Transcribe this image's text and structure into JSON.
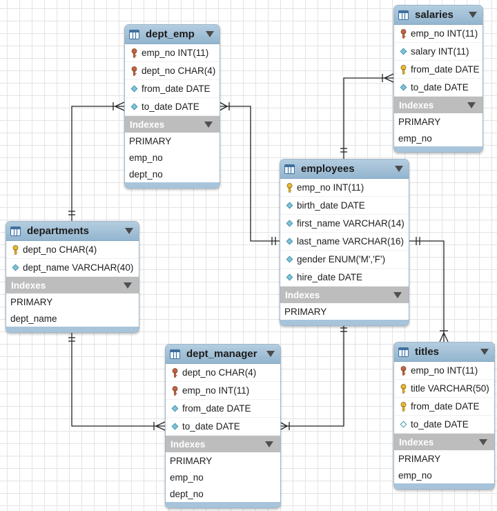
{
  "diagram": {
    "indexes_label": "Indexes",
    "tables": {
      "dept_emp": {
        "name": "dept_emp",
        "columns": [
          {
            "label": "emp_no INT(11)",
            "icon": "key-red"
          },
          {
            "label": "dept_no CHAR(4)",
            "icon": "key-red"
          },
          {
            "label": "from_date DATE",
            "icon": "diamond"
          },
          {
            "label": "to_date DATE",
            "icon": "diamond"
          }
        ],
        "indexes": [
          "PRIMARY",
          "emp_no",
          "dept_no"
        ]
      },
      "salaries": {
        "name": "salaries",
        "columns": [
          {
            "label": "emp_no INT(11)",
            "icon": "key-red"
          },
          {
            "label": "salary INT(11)",
            "icon": "diamond"
          },
          {
            "label": "from_date DATE",
            "icon": "key-gold"
          },
          {
            "label": "to_date DATE",
            "icon": "diamond"
          }
        ],
        "indexes": [
          "PRIMARY",
          "emp_no"
        ]
      },
      "employees": {
        "name": "employees",
        "columns": [
          {
            "label": "emp_no INT(11)",
            "icon": "key-gold"
          },
          {
            "label": "birth_date DATE",
            "icon": "diamond"
          },
          {
            "label": "first_name VARCHAR(14)",
            "icon": "diamond"
          },
          {
            "label": "last_name VARCHAR(16)",
            "icon": "diamond"
          },
          {
            "label": "gender ENUM('M','F')",
            "icon": "diamond"
          },
          {
            "label": "hire_date DATE",
            "icon": "diamond"
          }
        ],
        "indexes": [
          "PRIMARY"
        ]
      },
      "departments": {
        "name": "departments",
        "columns": [
          {
            "label": "dept_no CHAR(4)",
            "icon": "key-gold"
          },
          {
            "label": "dept_name VARCHAR(40)",
            "icon": "diamond"
          }
        ],
        "indexes": [
          "PRIMARY",
          "dept_name"
        ]
      },
      "dept_manager": {
        "name": "dept_manager",
        "columns": [
          {
            "label": "dept_no CHAR(4)",
            "icon": "key-red"
          },
          {
            "label": "emp_no INT(11)",
            "icon": "key-red"
          },
          {
            "label": "from_date DATE",
            "icon": "diamond"
          },
          {
            "label": "to_date DATE",
            "icon": "diamond"
          }
        ],
        "indexes": [
          "PRIMARY",
          "emp_no",
          "dept_no"
        ]
      },
      "titles": {
        "name": "titles",
        "columns": [
          {
            "label": "emp_no INT(11)",
            "icon": "key-red"
          },
          {
            "label": "title VARCHAR(50)",
            "icon": "key-gold"
          },
          {
            "label": "from_date DATE",
            "icon": "key-gold"
          },
          {
            "label": "to_date DATE",
            "icon": "diamond-hollow"
          }
        ],
        "indexes": [
          "PRIMARY",
          "emp_no"
        ]
      }
    },
    "relationships": [
      {
        "from": "departments",
        "to": "dept_emp",
        "cardinality": "one-to-many"
      },
      {
        "from": "employees",
        "to": "dept_emp",
        "cardinality": "one-to-many"
      },
      {
        "from": "employees",
        "to": "salaries",
        "cardinality": "one-to-many"
      },
      {
        "from": "employees",
        "to": "titles",
        "cardinality": "one-to-many"
      },
      {
        "from": "departments",
        "to": "dept_manager",
        "cardinality": "one-to-many"
      },
      {
        "from": "employees",
        "to": "dept_manager",
        "cardinality": "one-to-many"
      }
    ],
    "colors": {
      "header": "#a3c2da",
      "index_header": "#bdbdbd",
      "key_gold": "#e8b830",
      "key_red": "#c0604a",
      "diamond": "#7fc4d8",
      "line": "#222222"
    }
  }
}
